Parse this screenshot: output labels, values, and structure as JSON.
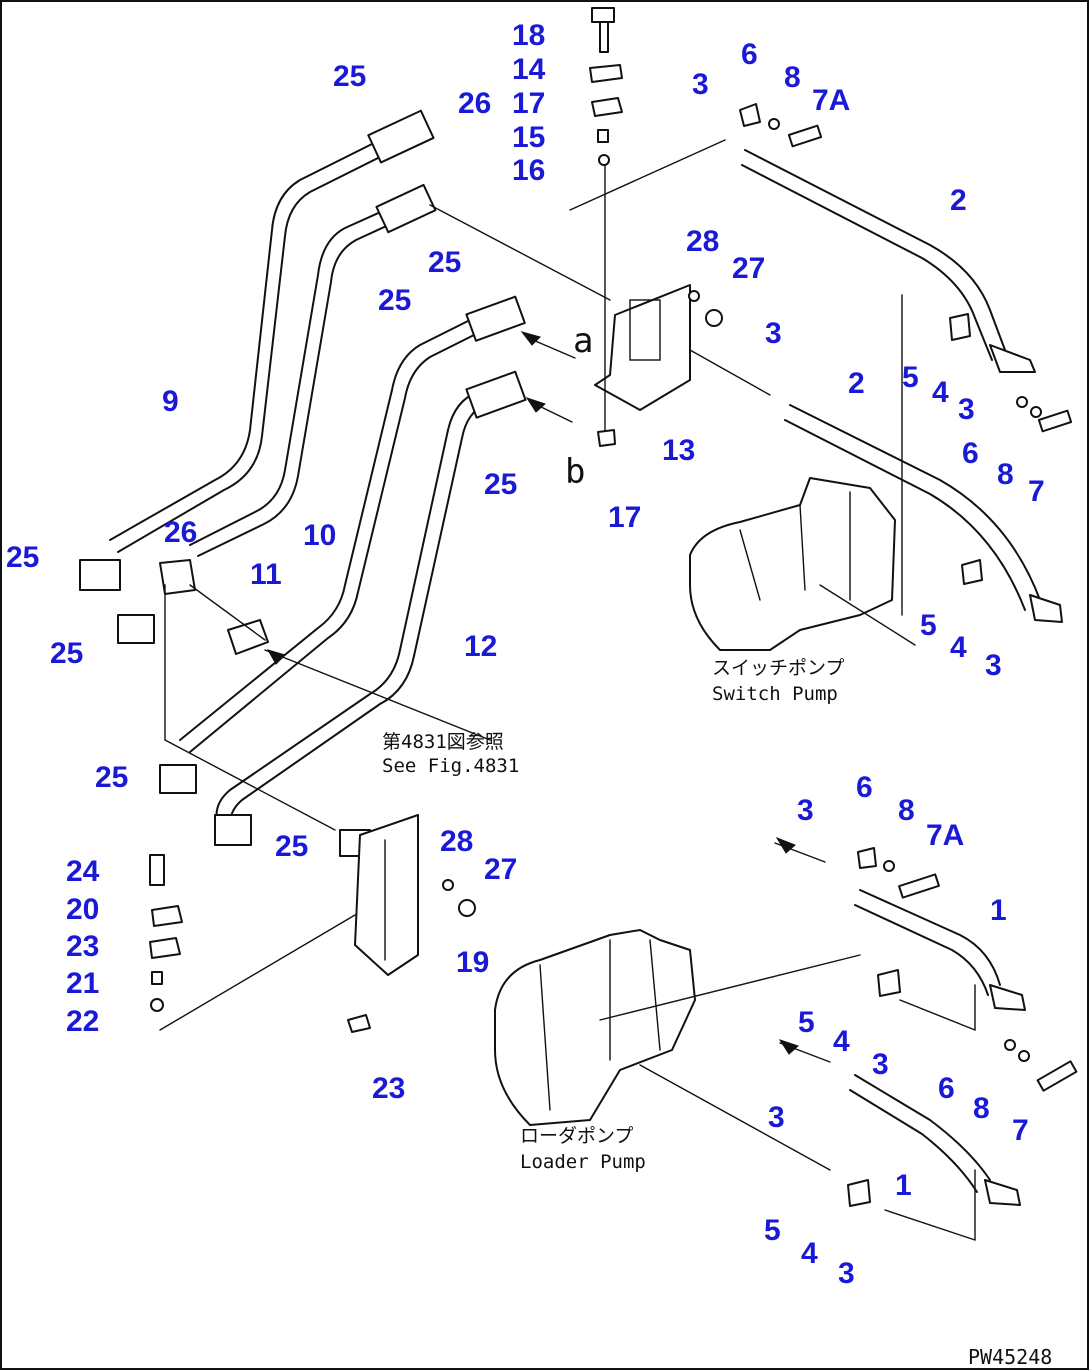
{
  "figure": {
    "reference_number": "PW45248",
    "notes": {
      "switch_pump_jp": "スイッチポンプ",
      "switch_pump_en": "Switch Pump",
      "loader_pump_jp": "ローダポンプ",
      "loader_pump_en": "Loader Pump",
      "see_fig_jp": "第4831図参照",
      "see_fig_en": "See Fig.4831"
    },
    "view_markers": {
      "a": "a",
      "b": "b"
    },
    "callouts": [
      "18",
      "14",
      "17",
      "15",
      "16",
      "3",
      "6",
      "8",
      "7A",
      "25",
      "26",
      "2",
      "28",
      "27",
      "25",
      "25",
      "3",
      "2",
      "5",
      "4",
      "3",
      "6",
      "8",
      "7",
      "a",
      "13",
      "b",
      "25",
      "17",
      "9",
      "26",
      "10",
      "25",
      "11",
      "12",
      "25",
      "5",
      "4",
      "3",
      "25",
      "25",
      "28",
      "27",
      "24",
      "20",
      "23",
      "21",
      "22",
      "19",
      "23",
      "3",
      "6",
      "8",
      "7A",
      "1",
      "5",
      "4",
      "3",
      "6",
      "8",
      "7",
      "3",
      "1",
      "5",
      "4",
      "3"
    ]
  }
}
